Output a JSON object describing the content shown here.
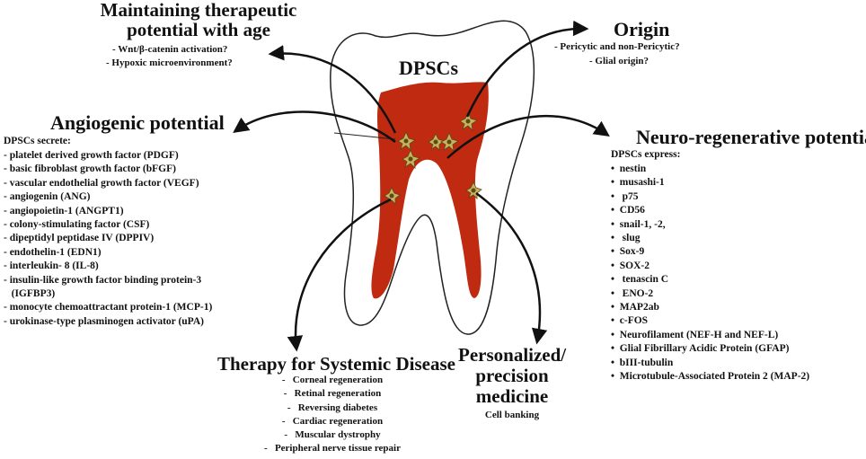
{
  "center_label": "DPSCs",
  "maintaining": {
    "title_line1": "Maintaining therapeutic",
    "title_line2": "potential with age",
    "items": [
      "-  Wnt/β-catenin activation?",
      "-   Hypoxic microenvironment?"
    ]
  },
  "origin": {
    "title": "Origin",
    "items": [
      "-   Pericytic and non-Pericytic?",
      "-   Glial origin?"
    ]
  },
  "angiogenic": {
    "title": "Angiogenic potential",
    "intro": "DPSCs secrete:",
    "items": [
      "-  platelet derived growth factor (PDGF)",
      "-  basic fibroblast growth factor (bFGF)",
      "-  vascular endothelial growth factor (VEGF)",
      "-  angiogenin (ANG)",
      "-  angiopoietin-1 (ANGPT1)",
      "-  colony-stimulating factor (CSF)",
      "-  dipeptidyl peptidase IV (DPPIV)",
      "-  endothelin-1 (EDN1)",
      "-  interleukin- 8 (IL-8)",
      "-  insulin-like growth factor binding protein-3",
      "   (IGFBP3)",
      "-  monocyte chemoattractant protein-1 (MCP-1)",
      "-  urokinase-type plasminogen activator (uPA)"
    ]
  },
  "neuro": {
    "title": "Neuro-regenerative potential",
    "intro": "DPSCs express:",
    "items": [
      "•  nestin",
      "•  musashi-1",
      "•   p75",
      "•  CD56",
      "•  snail-1, -2,",
      "•   slug",
      "•  Sox-9",
      "•  SOX-2",
      "•   tenascin C",
      "•   ENO-2",
      "•  MAP2ab",
      "•  c-FOS",
      "•  Neurofilament (NEF-H and NEF-L)",
      "•  Glial Fibrillary Acidic Protein (GFAP)",
      "•  bIII-tubulin",
      "•  Microtubule-Associated Protein 2 (MAP-2)"
    ]
  },
  "systemic": {
    "title": "Therapy for Systemic Disease",
    "items": [
      "-   Corneal regeneration",
      "-   Retinal regeneration",
      "-   Reversing diabetes",
      "-   Cardiac regeneration",
      "-   Muscular dystrophy",
      "-   Peripheral nerve tissue repair"
    ]
  },
  "personalized": {
    "title_line1": "Personalized/",
    "title_line2": "precision",
    "title_line3": "medicine",
    "sub": "Cell banking"
  },
  "colors": {
    "pulp": "#bf2a10",
    "cell": "#c9b25c",
    "cell_nucleus": "#5a4a1a",
    "outline": "#222222",
    "arrow": "#111111"
  }
}
